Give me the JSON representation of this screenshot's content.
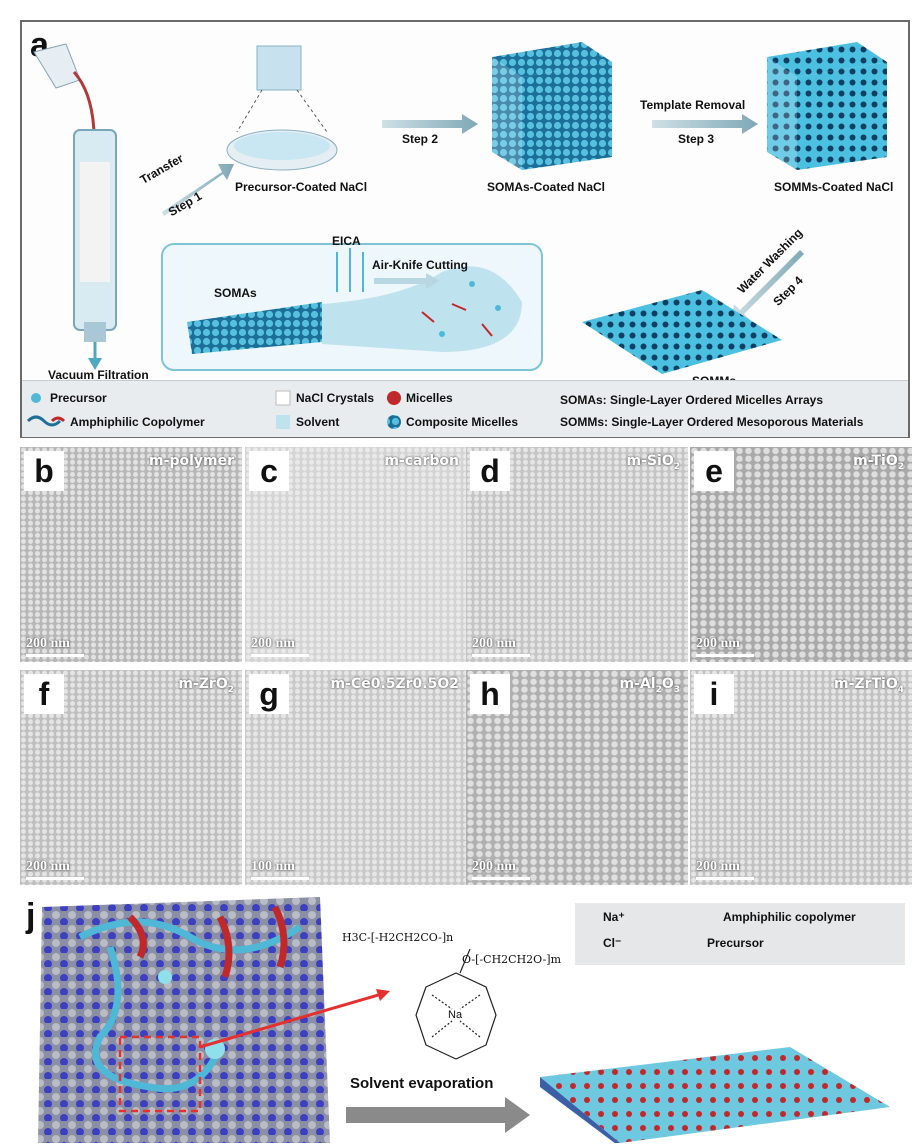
{
  "panel_a": {
    "letter": "a",
    "labels": {
      "precursor_coated": "Precursor-Coated NaCl",
      "somas_coated": "SOMAs-Coated NaCl",
      "somms_coated": "SOMMs-Coated NaCl",
      "vacuum": "Vacuum Filtration",
      "somas": "SOMAs",
      "eica": "EICA",
      "air_knife": "Air-Knife Cutting",
      "somms": "SOMMs"
    },
    "steps": {
      "transfer": "Transfer",
      "step1": "Step 1",
      "step2": "Step 2",
      "template_removal": "Template Removal",
      "step3": "Step 3",
      "water_washing": "Water Washing",
      "step4": "Step 4"
    },
    "legend": {
      "precursor": "Precursor",
      "amphiphilic": "Amphiphilic Copolymer",
      "nacl": "NaCl Crystals",
      "solvent": "Solvent",
      "micelles": "Micelles",
      "composite": "Composite Micelles",
      "somas_def": "SOMAs: Single-Layer Ordered Micelles Arrays",
      "somms_def": "SOMMs: Single-Layer Ordered Mesoporous Materials"
    }
  },
  "tem_panels": [
    {
      "letter": "b",
      "material": "m-polymer",
      "scale": "200 nm",
      "tone": "#b7b7b7"
    },
    {
      "letter": "c",
      "material": "m-carbon",
      "scale": "200 nm",
      "tone": "#d4d4d4"
    },
    {
      "letter": "d",
      "material": "m-SiO",
      "sub": "2",
      "scale": "200 nm",
      "tone": "#c5c5c5"
    },
    {
      "letter": "e",
      "material": "m-TiO",
      "sub": "2",
      "scale": "200 nm",
      "tone": "#a9a9a9"
    },
    {
      "letter": "f",
      "material": "m-ZrO",
      "sub": "2",
      "scale": "200 nm",
      "tone": "#bfbfbf"
    },
    {
      "letter": "g",
      "material": "m-Ce0.5Zr0.5O2",
      "scale": "100 nm",
      "tone": "#c9c9c9"
    },
    {
      "letter": "h",
      "material": "m-Al",
      "sub": "2",
      "material2": "O",
      "sub2": "3",
      "scale": "200 nm",
      "tone": "#b0b0b0"
    },
    {
      "letter": "i",
      "material": "m-ZrTiO",
      "sub": "4",
      "scale": "200 nm",
      "tone": "#c2c2c2"
    }
  ],
  "panel_j": {
    "letter": "j",
    "legend": {
      "na": "Na⁺",
      "cl": "Cl⁻",
      "amphiphilic": "Amphiphilic copolymer",
      "precursor": "Precursor"
    },
    "formula_left": "H3C-[-H2CH2CO-]n",
    "formula_right": "O-[-CH2CH2O-]m",
    "center_atom": "Na",
    "solvent_evaporation": "Solvent evaporation"
  },
  "colors": {
    "cyan": "#4fb8d6",
    "blue_dark": "#1d6f99",
    "red": "#c0282a",
    "na_blue": "#3c3fbf",
    "cl_grey": "#a0a0a5"
  }
}
